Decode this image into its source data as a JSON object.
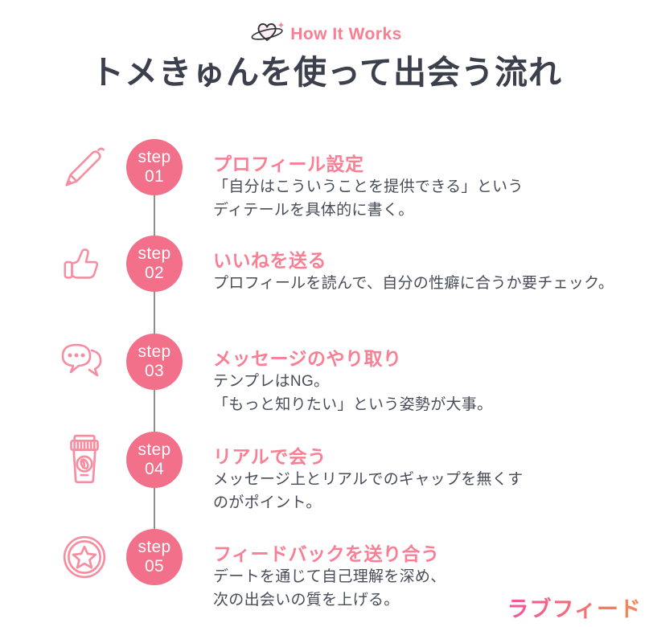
{
  "header": {
    "label": "How It Works",
    "icon": "heart-orbit-icon"
  },
  "title": "トメきゅんを使って出会う流れ",
  "steps": [
    {
      "icon": "pen-icon",
      "step_word": "step",
      "number": "01",
      "heading": "プロフィール設定",
      "lines": [
        "「自分はこういうことを提供できる」という",
        "ディテールを具体的に書く。"
      ]
    },
    {
      "icon": "thumbs-up-icon",
      "step_word": "step",
      "number": "02",
      "heading": "いいねを送る",
      "lines": [
        "プロフィールを読んで、自分の性癖に合うか要チェック。"
      ]
    },
    {
      "icon": "chat-bubbles-icon",
      "step_word": "step",
      "number": "03",
      "heading": "メッセージのやり取り",
      "lines": [
        "テンプレはNG。",
        "「もっと知りたい」という姿勢が大事。"
      ]
    },
    {
      "icon": "coffee-cup-icon",
      "step_word": "step",
      "number": "04",
      "heading": "リアルで会う",
      "lines": [
        "メッセージ上とリアルでのギャップを無くす",
        "のがポイント。"
      ]
    },
    {
      "icon": "star-badge-icon",
      "step_word": "step",
      "number": "05",
      "heading": "フィードバックを送り合う",
      "lines": [
        "デートを通じて自己理解を深め、",
        "次の出会いの質を上げる。"
      ]
    }
  ],
  "logo": {
    "text": "ラブフィード"
  },
  "colors": {
    "accent_circle": "#f2708a",
    "heading_pink": "#f97f95",
    "icon_pink": "#f78da0",
    "header_pink": "#fa7d91",
    "title_dark": "#3b404c",
    "body_text": "#474c58",
    "spine_gray": "#8f8f8f",
    "logo_gradient_start": "#f2549b",
    "logo_gradient_end": "#f7884e"
  }
}
